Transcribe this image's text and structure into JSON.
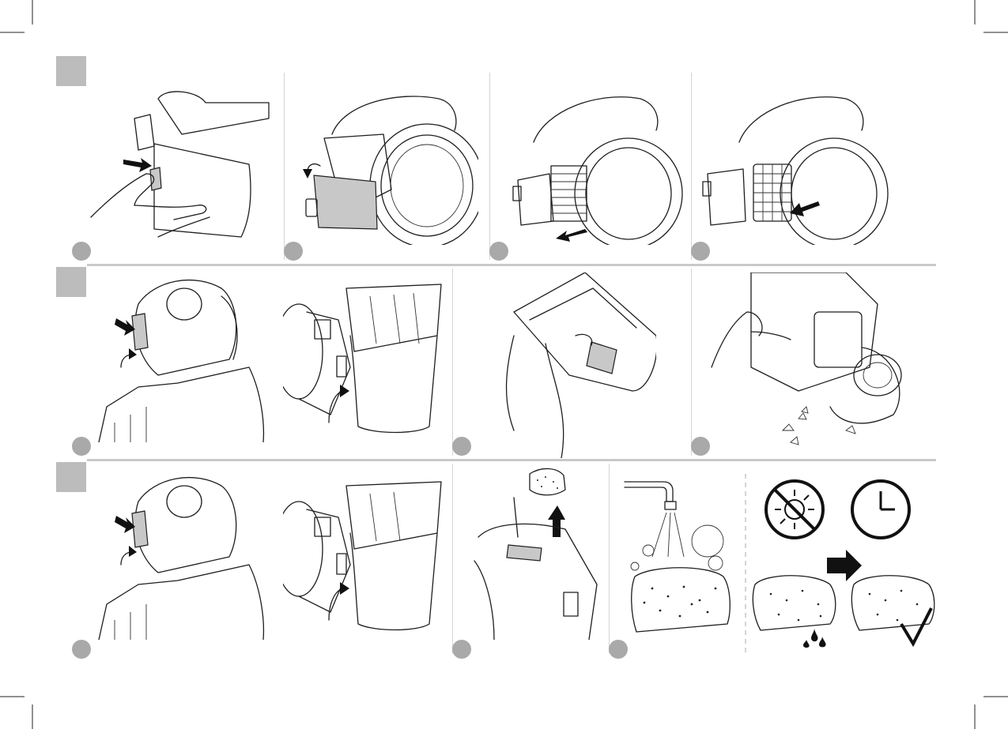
{
  "sections": [
    {
      "id": "section-1",
      "panels": 4
    },
    {
      "id": "section-2",
      "panels": 4
    },
    {
      "id": "section-3",
      "panels": 5
    }
  ],
  "icons": [
    "no-sun-icon",
    "clock-icon",
    "right-arrow-icon",
    "checkmark-icon",
    "water-drops-icon"
  ],
  "colors": {
    "marker": "#bcbcbc",
    "step_badge": "#a9a9a9",
    "divider": "#c9c9c9",
    "line_art": "#1e1e1e"
  }
}
